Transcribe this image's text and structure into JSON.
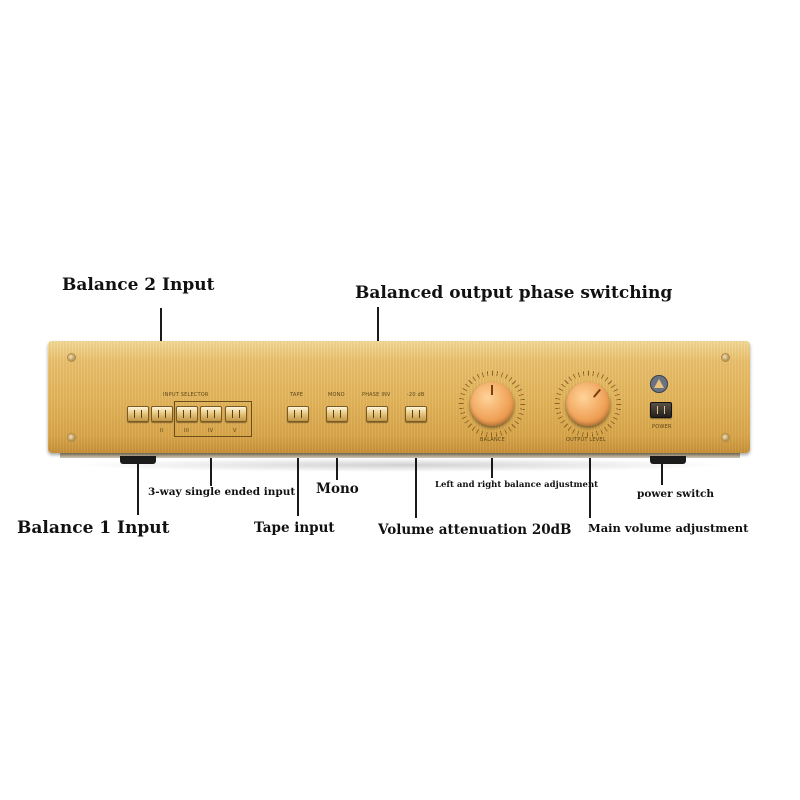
{
  "callouts": {
    "balance2": "Balance 2 Input",
    "balanced_phase": "Balanced output phase switching",
    "three_way": "3-way single ended input",
    "mono": "Mono",
    "lr_balance": "Left and right balance adjustment",
    "power_switch": "power switch",
    "balance1": "Balance 1 Input",
    "tape": "Tape input",
    "attenuation": "Volume attenuation 20dB",
    "main_volume": "Main volume adjustment"
  },
  "panel": {
    "input_selector": "INPUT SELECTOR",
    "roman": [
      "II",
      "III",
      "IV",
      "V"
    ],
    "tape": "TAPE",
    "mono": "MONO",
    "phase_inv": "PHASE INV",
    "minus20": "-20 dB",
    "balance": "BALANCE",
    "output_level": "OUTPUT LEVEL",
    "power": "POWER"
  },
  "colors": {
    "chassis": "#e3b45a",
    "knob": "#f0a45a",
    "callout_text": "#111111"
  }
}
